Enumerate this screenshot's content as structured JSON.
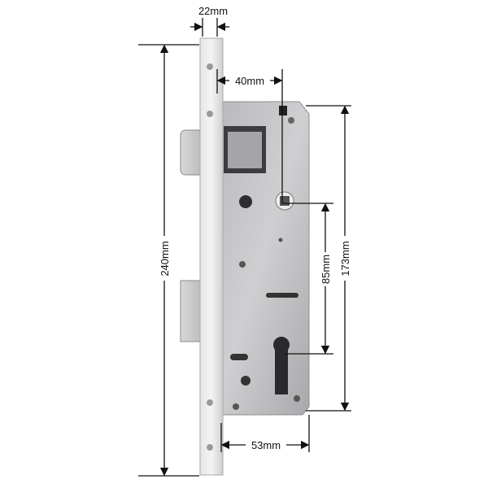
{
  "title": "Mortise lock body dimensions",
  "dimensions": {
    "faceplate_width": "22mm",
    "backset": "40mm",
    "total_length": "240mm",
    "body_height": "173mm",
    "handle_to_cylinder": "85mm",
    "body_depth": "53mm"
  },
  "colors": {
    "line": "#111111",
    "steel": "#c9c9cb",
    "steel_dark": "#9a9a9d"
  }
}
